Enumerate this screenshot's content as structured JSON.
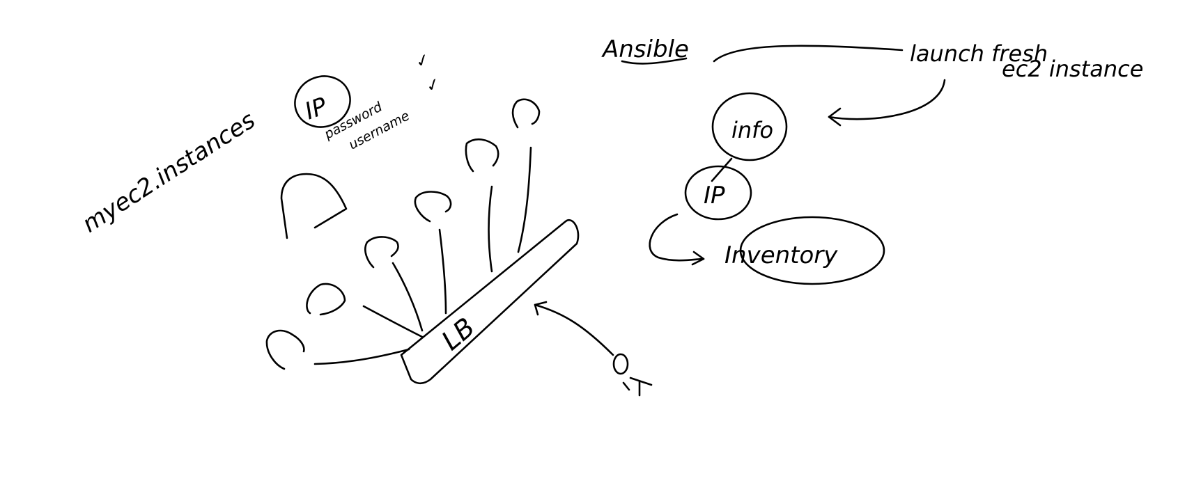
{
  "canvas": {
    "background": "#ffffff",
    "ink": "#000000"
  },
  "labels": {
    "myec2_instances": "myec2.instances",
    "ip_left": "IP",
    "password": "password",
    "username": "username",
    "check": "✓",
    "lb": "LB",
    "user": "U",
    "ansible": "Ansible",
    "launch_line1": "launch fresh",
    "launch_line2": "ec2 instance",
    "info": "info",
    "ip_right": "IP",
    "inventory": "Inventory"
  }
}
